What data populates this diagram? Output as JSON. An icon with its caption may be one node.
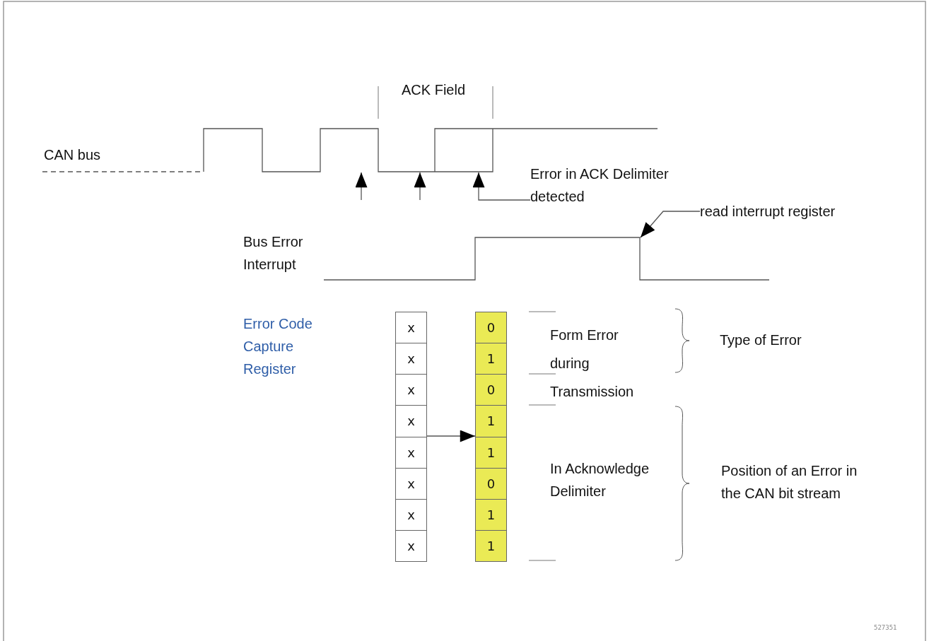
{
  "diagram": {
    "nodes": [
      {
        "text": [
          "CAN bus"
        ]
      },
      {
        "text": [
          "Error in ACK Delimiter detected"
        ]
      },
      {
        "text": [],
        "shape": "picture",
        "beside": [
          "Bus Error Interrupt"
        ]
      },
      {
        "text": [
          "read interrupt register"
        ]
      },
      {
        "text": [],
        "shape": "box"
      },
      {
        "text": [
          "x"
        ],
        "in": 4
      },
      {
        "text": [
          "x"
        ],
        "in": 4
      },
      {
        "text": [
          "x"
        ],
        "in": 4
      },
      {
        "text": [
          "x"
        ],
        "in": 4
      },
      {
        "text": [
          "x"
        ],
        "in": 4
      },
      {
        "text": [
          "x"
        ],
        "in": 4
      },
      {
        "text": [
          "x"
        ],
        "in": 4
      },
      {
        "text": [
          "x"
        ],
        "in": 4
      },
      {
        "text": [],
        "shape": "box"
      },
      {
        "text": [
          "0"
        ],
        "in": 13
      },
      {
        "text": [
          "1"
        ],
        "in": 13
      },
      {
        "text": [
          "0"
        ],
        "in": 13
      },
      {
        "text": [
          "1"
        ],
        "in": 13
      },
      {
        "text": [
          "1"
        ],
        "in": 13
      },
      {
        "text": [
          "0"
        ],
        "in": 13
      },
      {
        "text": [
          "1"
        ],
        "in": 13
      },
      {
        "text": [
          "1"
        ],
        "in": 13
      }
    ],
    "edges": [
      {
        "from": null,
        "to": 0,
        "arrow": "to"
      },
      {
        "from": null,
        "to": 0,
        "arrow": "to"
      },
      {
        "from": 1,
        "to": 0,
        "arrow": "to"
      },
      {
        "from": 3,
        "to": 2,
        "arrow": "to"
      },
      {
        "from": 4,
        "to": 13,
        "arrow": "to"
      }
    ],
    "labels": [
      "ACK Field",
      "Error Code Capture Register",
      "Form Error during Transmission",
      "Type of Error",
      "In Acknowledge Delimiter",
      "Position of an Error in the CAN bit stream",
      "527351"
    ]
  }
}
